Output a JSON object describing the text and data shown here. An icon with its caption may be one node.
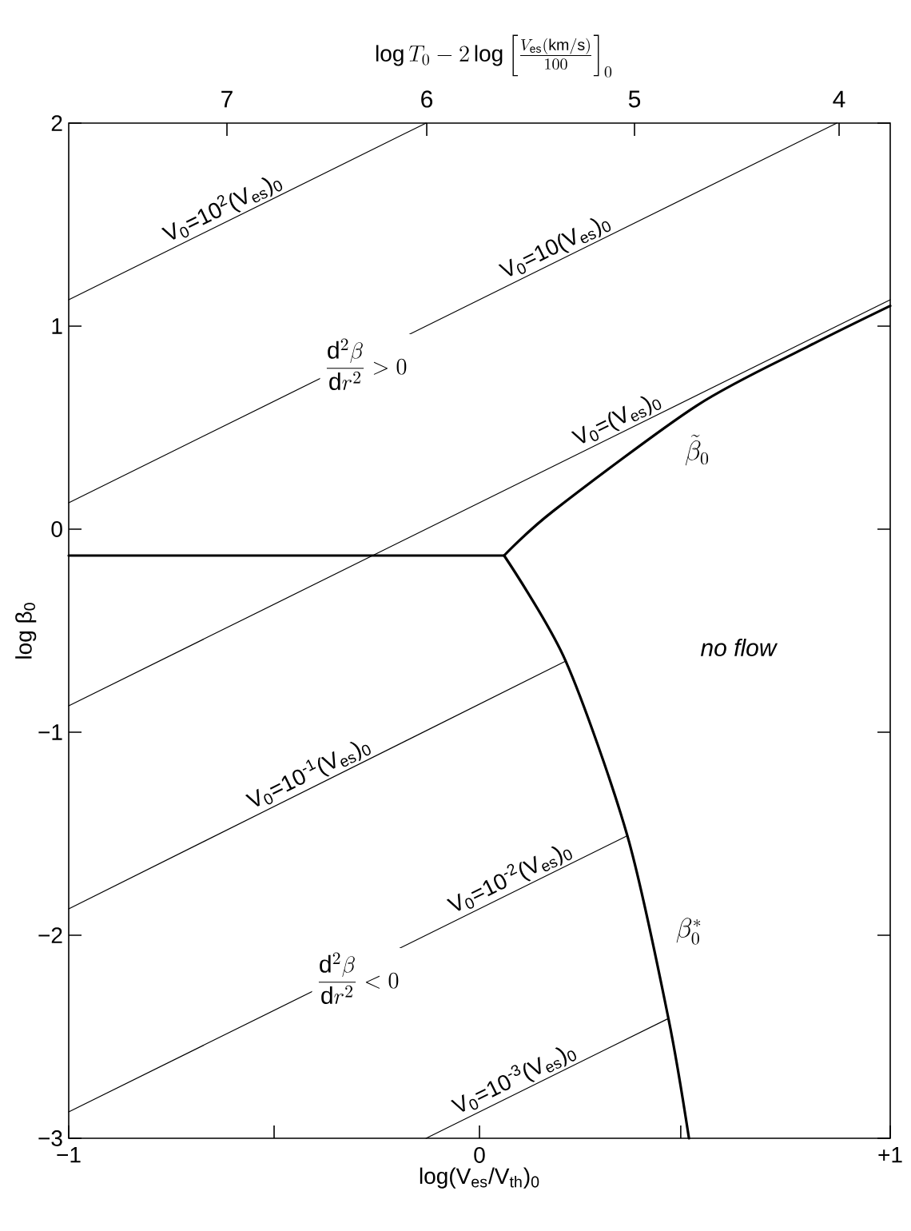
{
  "diagram": {
    "labels": [
      "\\log T_0-2\\log\\left[\\frac{V_{\\mathrm{es}}(\\mathrm{km/s})}{100}\\right]_0",
      "7",
      "6",
      "5",
      "4",
      "\\frac{\\mathrm{d}^2\\beta}{\\mathrm{d}r^2}>0",
      "no flow",
      "\\frac{\\mathrm{d}^2\\beta}{\\mathrm{d}r^2}<0"
    ],
    "chart_data": {
      "type": "line",
      "xlabel": "log(V$_{es}$/V$_{th}$)$_{0}$",
      "ylabel": "log β$_{0}$",
      "x": [
        -1,
        -0.13,
        0.06,
        0.18,
        0.21,
        0.36,
        0.46,
        0.51,
        0.53,
        0.8,
        0.87,
        1
      ],
      "series": [
        {
          "name": "V$_{0}$=10$^{2}$(V$_{es}$)$_{0}$",
          "color": "#000000",
          "values": [
            1.13,
            2.0,
            null,
            null,
            null,
            null,
            null,
            null,
            null,
            null,
            null,
            null
          ]
        },
        {
          "name": "V$_{0}$=10(V$_{es}$)$_{0}$",
          "color": "#000000",
          "values": [
            0.13,
            null,
            null,
            null,
            null,
            null,
            null,
            null,
            null,
            null,
            2.0,
            null
          ]
        },
        {
          "name": "V$_{0}$=(V$_{es}$)$_{0}$",
          "color": "#000000",
          "values": [
            -0.87,
            null,
            null,
            null,
            null,
            null,
            null,
            null,
            null,
            null,
            null,
            1.13
          ]
        },
        {
          "name": "V$_{0}$=10$^{-1}$(V$_{es}$)$_{0}$",
          "color": "#000000",
          "values": [
            -1.87,
            null,
            null,
            null,
            -0.65,
            null,
            null,
            null,
            null,
            null,
            null,
            null
          ]
        },
        {
          "name": "V$_{0}$=10$^{-2}$(V$_{es}$)$_{0}$",
          "color": "#000000",
          "values": [
            -2.87,
            null,
            null,
            null,
            null,
            -1.51,
            null,
            null,
            null,
            null,
            null,
            null
          ]
        },
        {
          "name": "V$_{0}$=10$^{-3}$(V$_{es}$)$_{0}$",
          "color": "#000000",
          "values": [
            null,
            -3.0,
            null,
            null,
            null,
            null,
            -2.41,
            null,
            null,
            null,
            null,
            null
          ]
        },
        {
          "name": "\\tilde{\\beta}_0",
          "color": "#000000",
          "values": [
            null,
            null,
            -0.13,
            0.09,
            null,
            null,
            null,
            null,
            0.61,
            0.9,
            null,
            1.1
          ]
        },
        {
          "name": "\\beta_0^*",
          "color": "#000000",
          "values": [
            null,
            null,
            -0.13,
            null,
            -0.65,
            -1.51,
            -2.41,
            -3.0,
            null,
            null,
            null,
            null
          ]
        },
        {
          "color": "#000000",
          "values": [
            -0.13,
            null,
            -0.13,
            null,
            null,
            null,
            null,
            null,
            null,
            null,
            null,
            null
          ]
        }
      ],
      "xlim": [
        -1,
        1
      ],
      "ylim": [
        -3,
        2
      ],
      "xticks": [
        -1,
        0,
        {
          "value": 1,
          "label": "+1"
        }
      ],
      "yticks": [
        -3,
        -2,
        -1,
        0,
        1,
        2
      ]
    }
  }
}
